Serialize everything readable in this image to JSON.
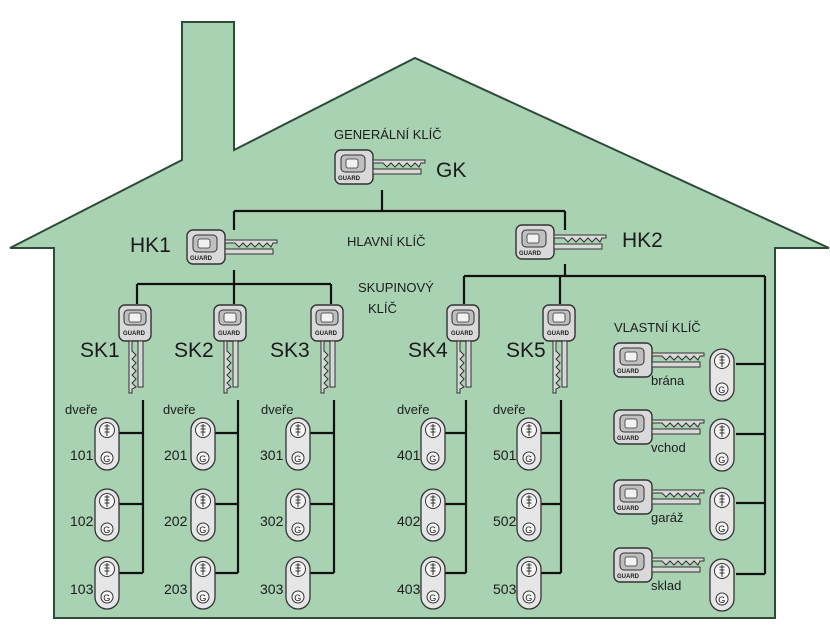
{
  "colors": {
    "house_fill": "#a9d2b3",
    "house_stroke": "#2e4a38",
    "line": "#111111",
    "key_metal": "#d9d9d9",
    "key_stroke": "#333333"
  },
  "labels": {
    "generalni_title": "GENERÁLNÍ KLÍČ",
    "gk": "GK",
    "hk1": "HK1",
    "hk2": "HK2",
    "hlavni": "HLAVNÍ KLÍČ",
    "skupinovy_line1": "SKUPINOVÝ",
    "skupinovy_line2": "KLÍČ",
    "vlastni": "VLASTNÍ KLÍČ",
    "guard": "GUARD"
  },
  "groups": [
    {
      "key": "SK1",
      "door_label": "dveře",
      "doors": [
        "101",
        "102",
        "103"
      ]
    },
    {
      "key": "SK2",
      "door_label": "dveře",
      "doors": [
        "201",
        "202",
        "203"
      ]
    },
    {
      "key": "SK3",
      "door_label": "dveře",
      "doors": [
        "301",
        "302",
        "303"
      ]
    },
    {
      "key": "SK4",
      "door_label": "dveře",
      "doors": [
        "401",
        "402",
        "403"
      ]
    },
    {
      "key": "SK5",
      "door_label": "dveře",
      "doors": [
        "501",
        "502",
        "503"
      ]
    }
  ],
  "own_keys": [
    "brána",
    "vchod",
    "garáž",
    "sklad"
  ],
  "icons": [
    "key-icon",
    "cylinder-lock-icon"
  ]
}
